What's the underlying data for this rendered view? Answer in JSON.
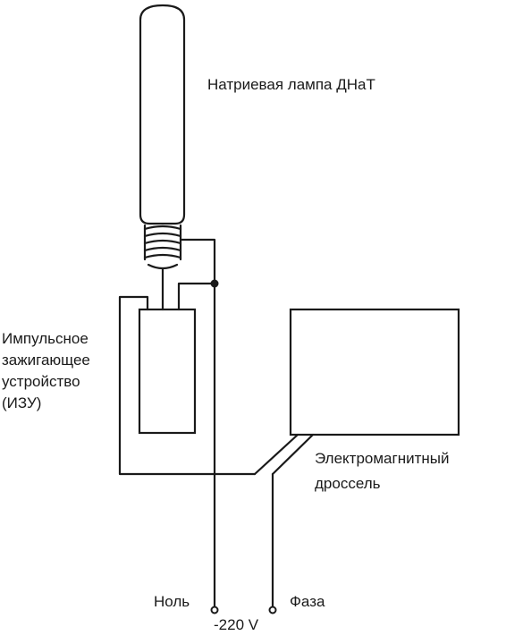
{
  "labels": {
    "lamp": "Натриевая лампа ДНаТ",
    "igniter": [
      "Импульсное",
      "зажигающее",
      "устройство",
      "(ИЗУ)"
    ],
    "ballast": [
      "Электромагнитный",
      "дроссель"
    ],
    "neutral": "Ноль",
    "phase": "Фаза",
    "voltage": "-220 V"
  },
  "colors": {
    "line": "#1a1a1a",
    "background": "#ffffff"
  }
}
